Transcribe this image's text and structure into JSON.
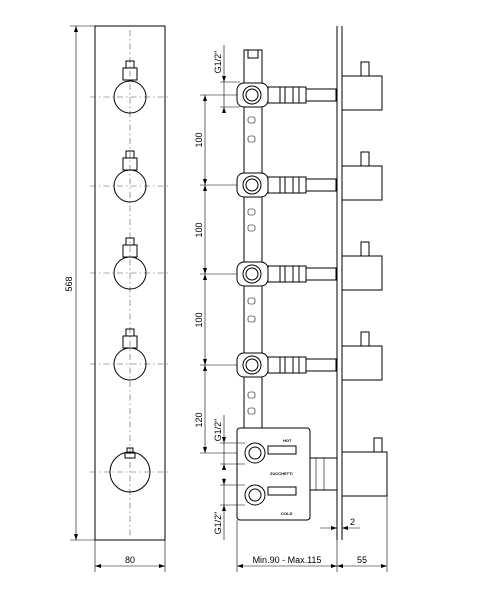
{
  "dimensions": {
    "total_height": "568",
    "front_width": "80",
    "spacing_1": "100",
    "spacing_2": "100",
    "spacing_3": "100",
    "spacing_4": "120",
    "thread_top": "G1/2\"",
    "thread_mid": "G1/2\"",
    "thread_bottom": "G1/2\"",
    "wall_depth": "Min.90 - Max.115",
    "projection": "55",
    "plate_thickness": "2"
  },
  "labels": {
    "hot": "HOT",
    "brand": "ZUCCHETTI",
    "cold": "COLD"
  },
  "handles": {
    "count": 5
  }
}
